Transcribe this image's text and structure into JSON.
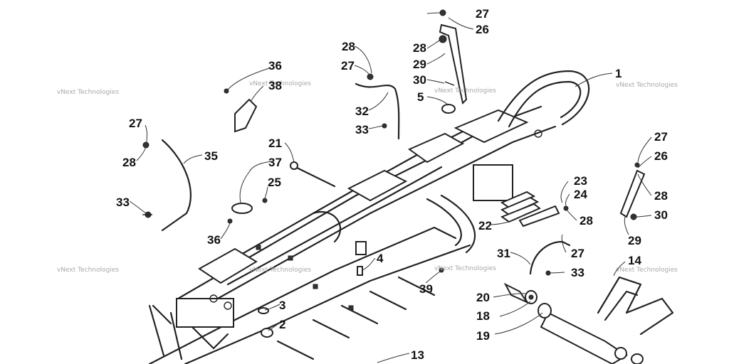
{
  "watermark": "vNext Technologies",
  "callouts": {
    "c1": "1",
    "c2": "2",
    "c3": "3",
    "c4": "4",
    "c5": "5",
    "c13": "13",
    "c14": "14",
    "c18": "18",
    "c19": "19",
    "c20": "20",
    "c21": "21",
    "c22": "22",
    "c23": "23",
    "c24": "24",
    "c25": "25",
    "c26": "26",
    "c27": "27",
    "c28": "28",
    "c29": "29",
    "c30": "30",
    "c31": "31",
    "c32": "32",
    "c33": "33",
    "c35": "35",
    "c36": "36",
    "c37": "37",
    "c38": "38",
    "c39": "39"
  },
  "colors": {
    "line": "#222222",
    "watermark": "#a8a8a8",
    "background": "#ffffff"
  }
}
